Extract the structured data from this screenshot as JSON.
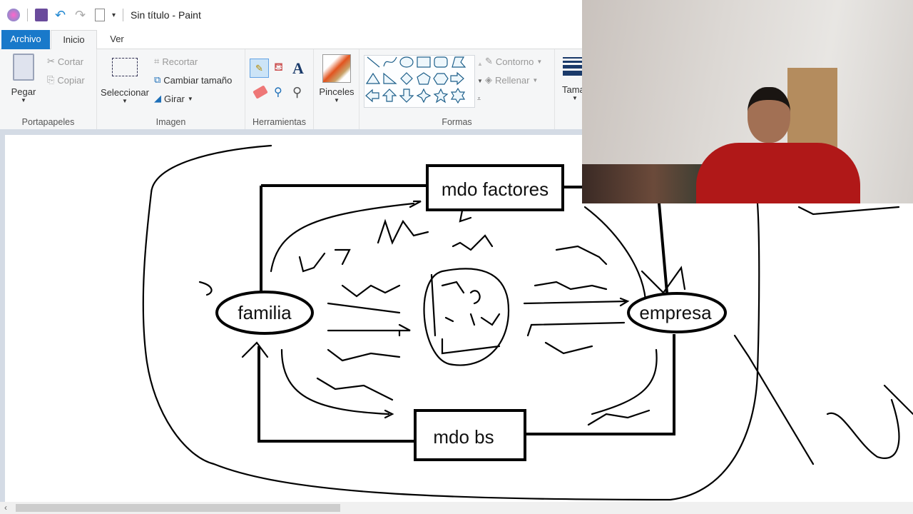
{
  "window": {
    "title": "Sin título - Paint"
  },
  "tabs": [
    {
      "label": "Archivo"
    },
    {
      "label": "Inicio"
    },
    {
      "label": "Ver"
    }
  ],
  "ribbon": {
    "clipboard": {
      "paste": "Pegar",
      "cut": "Cortar",
      "copy": "Copiar",
      "group": "Portapapeles"
    },
    "image": {
      "select": "Seleccionar",
      "crop": "Recortar",
      "resize": "Cambiar tamaño",
      "rotate": "Girar",
      "group": "Imagen"
    },
    "tools": {
      "group": "Herramientas"
    },
    "brushes": {
      "label": "Pinceles"
    },
    "shapes": {
      "outline": "Contorno",
      "fill": "Rellenar",
      "group": "Formas"
    },
    "size": {
      "label": "Tama"
    }
  },
  "diagram": {
    "top": "mdo factores",
    "left": "familia",
    "right": "empresa",
    "bottom": "mdo bs"
  }
}
